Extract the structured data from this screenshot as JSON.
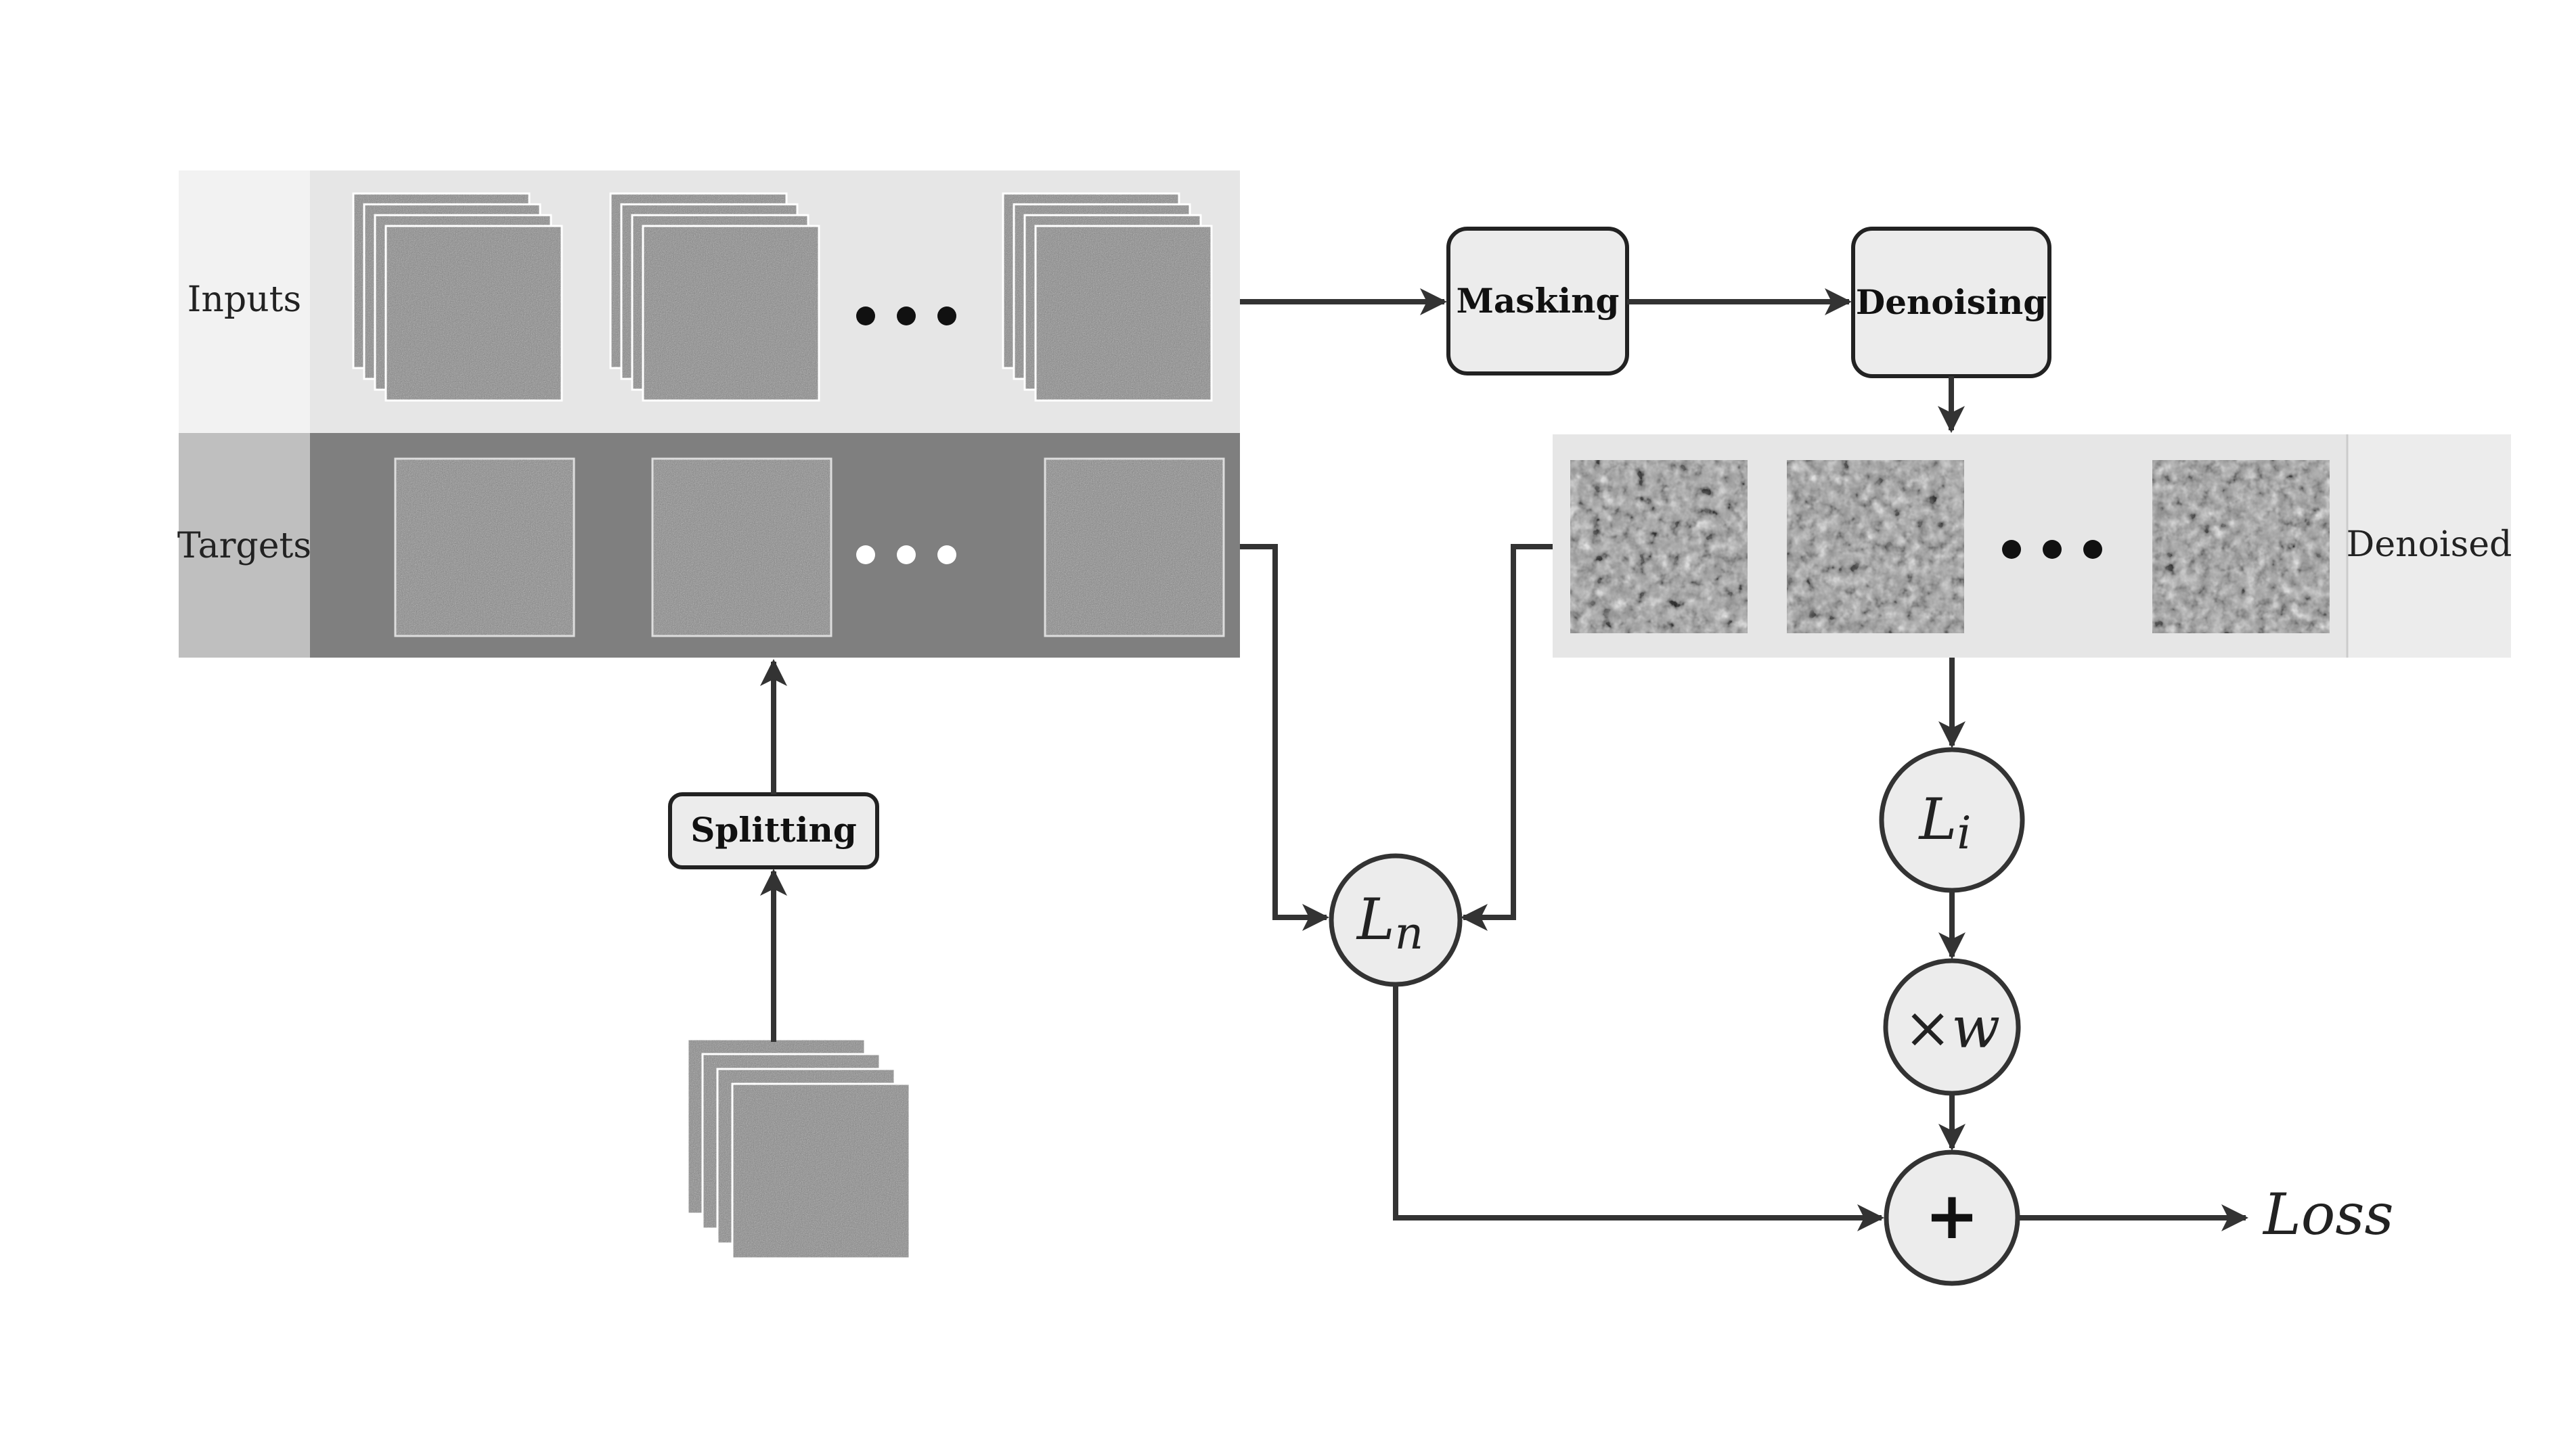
{
  "rows": {
    "inputs_label": "Inputs",
    "targets_label": "Targets",
    "denoised_label": "Denoised"
  },
  "ellipsis": "• • •",
  "steps": {
    "masking": "Masking",
    "denoising": "Denoising",
    "splitting": "Splitting"
  },
  "nodes": {
    "ln_base": "L",
    "ln_sub": "n",
    "li_base": "L",
    "li_sub": "i",
    "weight": "×w",
    "plus": "+"
  },
  "output": {
    "loss": "Loss"
  },
  "colors": {
    "inputs_panel": "#e6e6e6",
    "inputs_label_cell": "#f2f2f2",
    "targets_panel": "#7f7f7f",
    "targets_label_cell": "#bfbfbf",
    "denoised_panel": "#e6e6e6",
    "denoised_label_cell": "#ececec",
    "box_fill": "#ececec",
    "stroke": "#333333"
  }
}
